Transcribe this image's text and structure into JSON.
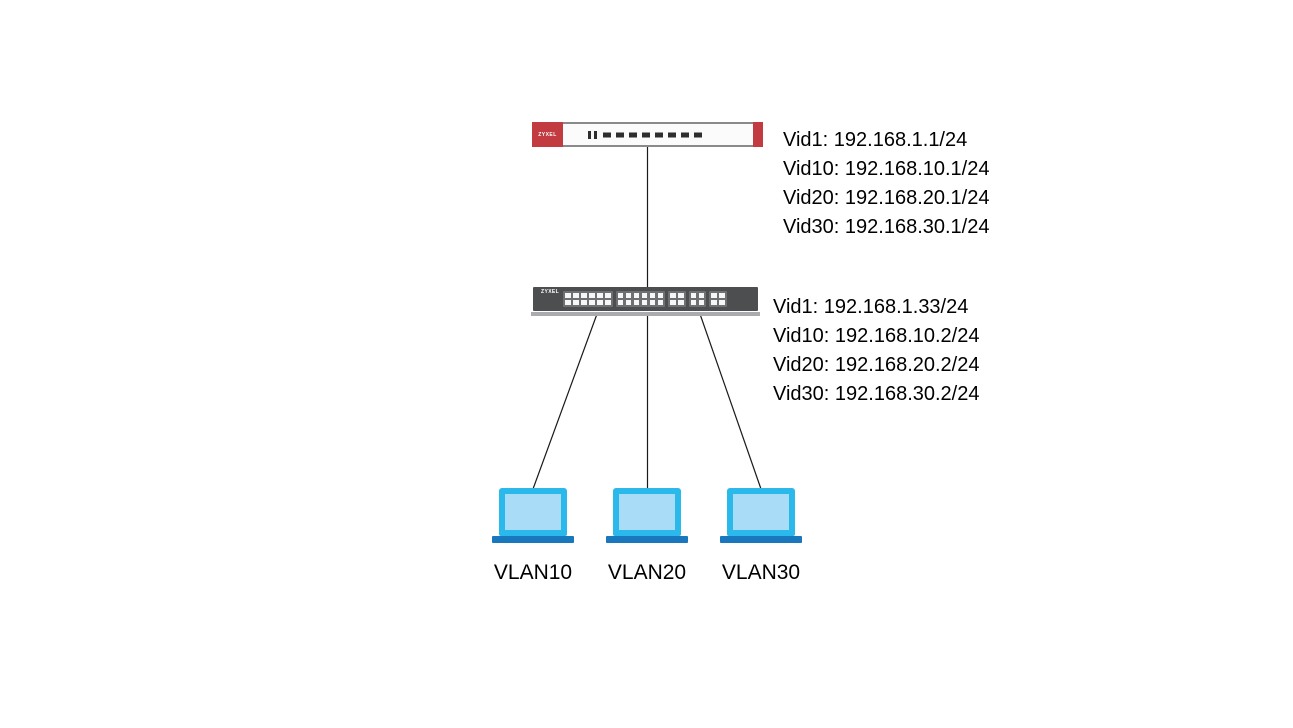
{
  "firewall": {
    "brand": "ZYXEL",
    "ip_labels": [
      "Vid1: 192.168.1.1/24",
      "Vid10: 192.168.10.1/24",
      "Vid20: 192.168.20.1/24",
      "Vid30: 192.168.30.1/24"
    ],
    "led_bars": 2,
    "port_dashes": 8
  },
  "switch": {
    "brand": "ZYXEL",
    "ip_labels": [
      "Vid1: 192.168.1.33/24",
      "Vid10: 192.168.10.2/24",
      "Vid20: 192.168.20.2/24",
      "Vid30: 192.168.30.2/24"
    ],
    "port_blocks": [
      {
        "cols": 6,
        "rows": 2
      },
      {
        "cols": 6,
        "rows": 2
      },
      {
        "cols": 2,
        "rows": 2
      },
      {
        "cols": 2,
        "rows": 2
      },
      {
        "cols": 2,
        "rows": 2
      }
    ]
  },
  "laptops": [
    {
      "label": "VLAN10"
    },
    {
      "label": "VLAN20"
    },
    {
      "label": "VLAN30"
    }
  ],
  "colors": {
    "brand-red": "#C23B40",
    "firewall-body": "#FBFBFB",
    "firewall-edge": "#8A8A8A",
    "firewall-dash": "#2E2E2E",
    "switch-body": "#4D4E50",
    "switch-port-frame": "#6F7073",
    "switch-port": "#F6F6F6",
    "switch-base": "#A9ABAE",
    "laptop-frame": "#2BB8EB",
    "laptop-screen": "#A9DCF6",
    "laptop-base": "#1877BD",
    "link": "#1A1A1A",
    "text": "#000000"
  }
}
